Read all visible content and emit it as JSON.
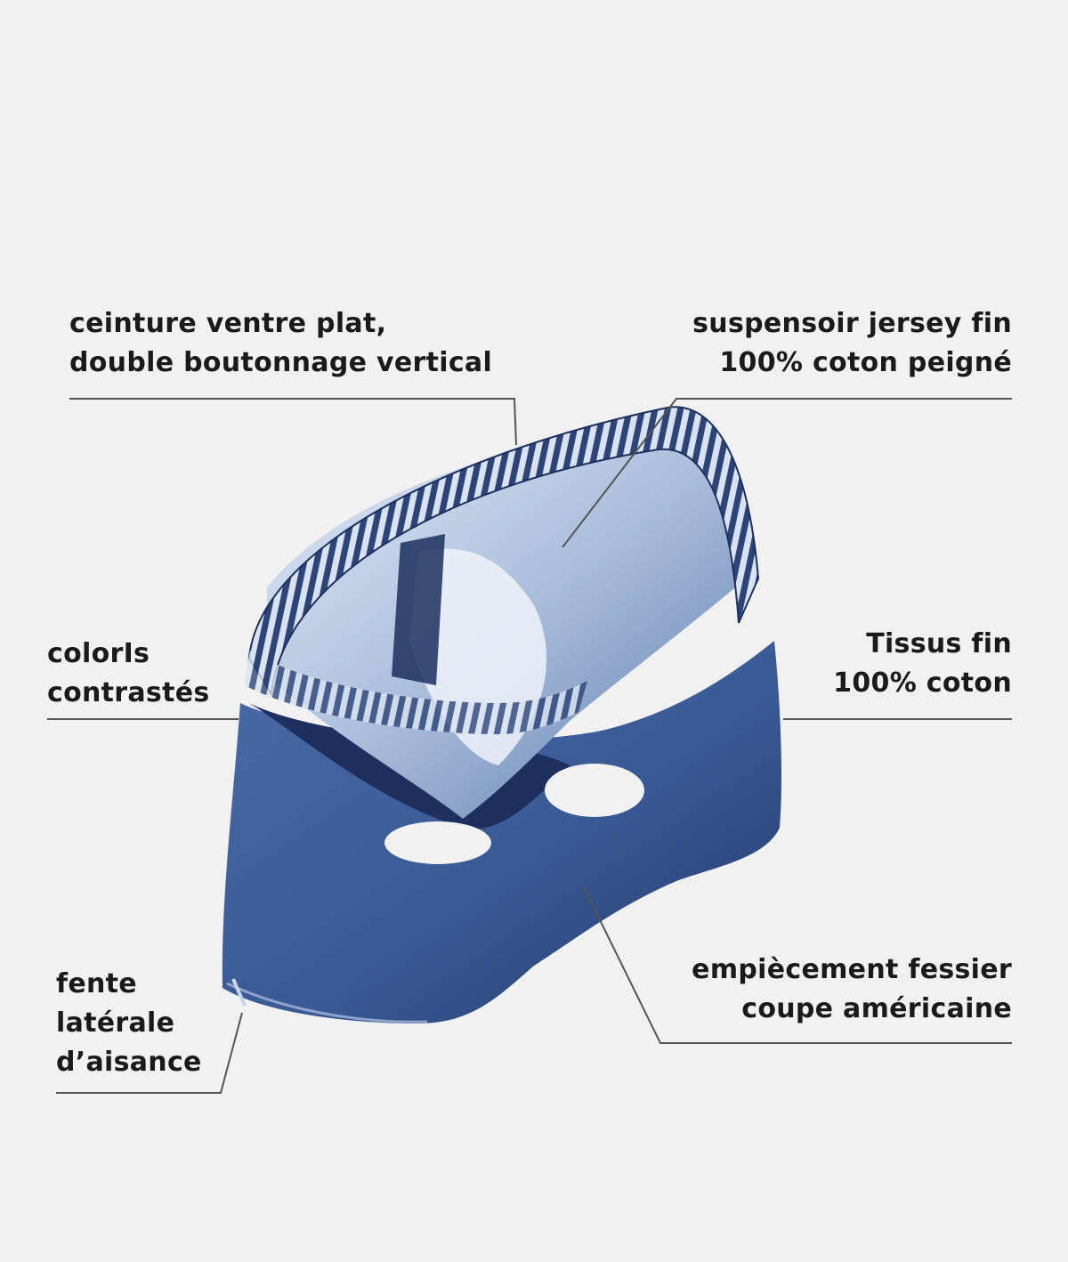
{
  "callouts": {
    "waistband": {
      "lines": [
        "ceinture ventre plat,",
        "double boutonnage vertical"
      ]
    },
    "pouch": {
      "lines": [
        "suspensoir jersey fin",
        "100% coton peigné"
      ]
    },
    "colors": {
      "lines": [
        "colorIs",
        "contrastés"
      ]
    },
    "fabric": {
      "lines": [
        "Tissus fin",
        "100% coton"
      ]
    },
    "slit": {
      "lines": [
        "fente",
        "latérale",
        "d’aisance"
      ]
    },
    "seat": {
      "lines": [
        "empiècement fessier",
        "coupe américaine"
      ]
    }
  },
  "colors": {
    "background": "#f1f1f1",
    "text": "#1a1a1a",
    "leader": "#555555",
    "garment_dark": "#1c2f5e",
    "garment_mid": "#3a5a96",
    "garment_light": "#c9d6ea"
  }
}
